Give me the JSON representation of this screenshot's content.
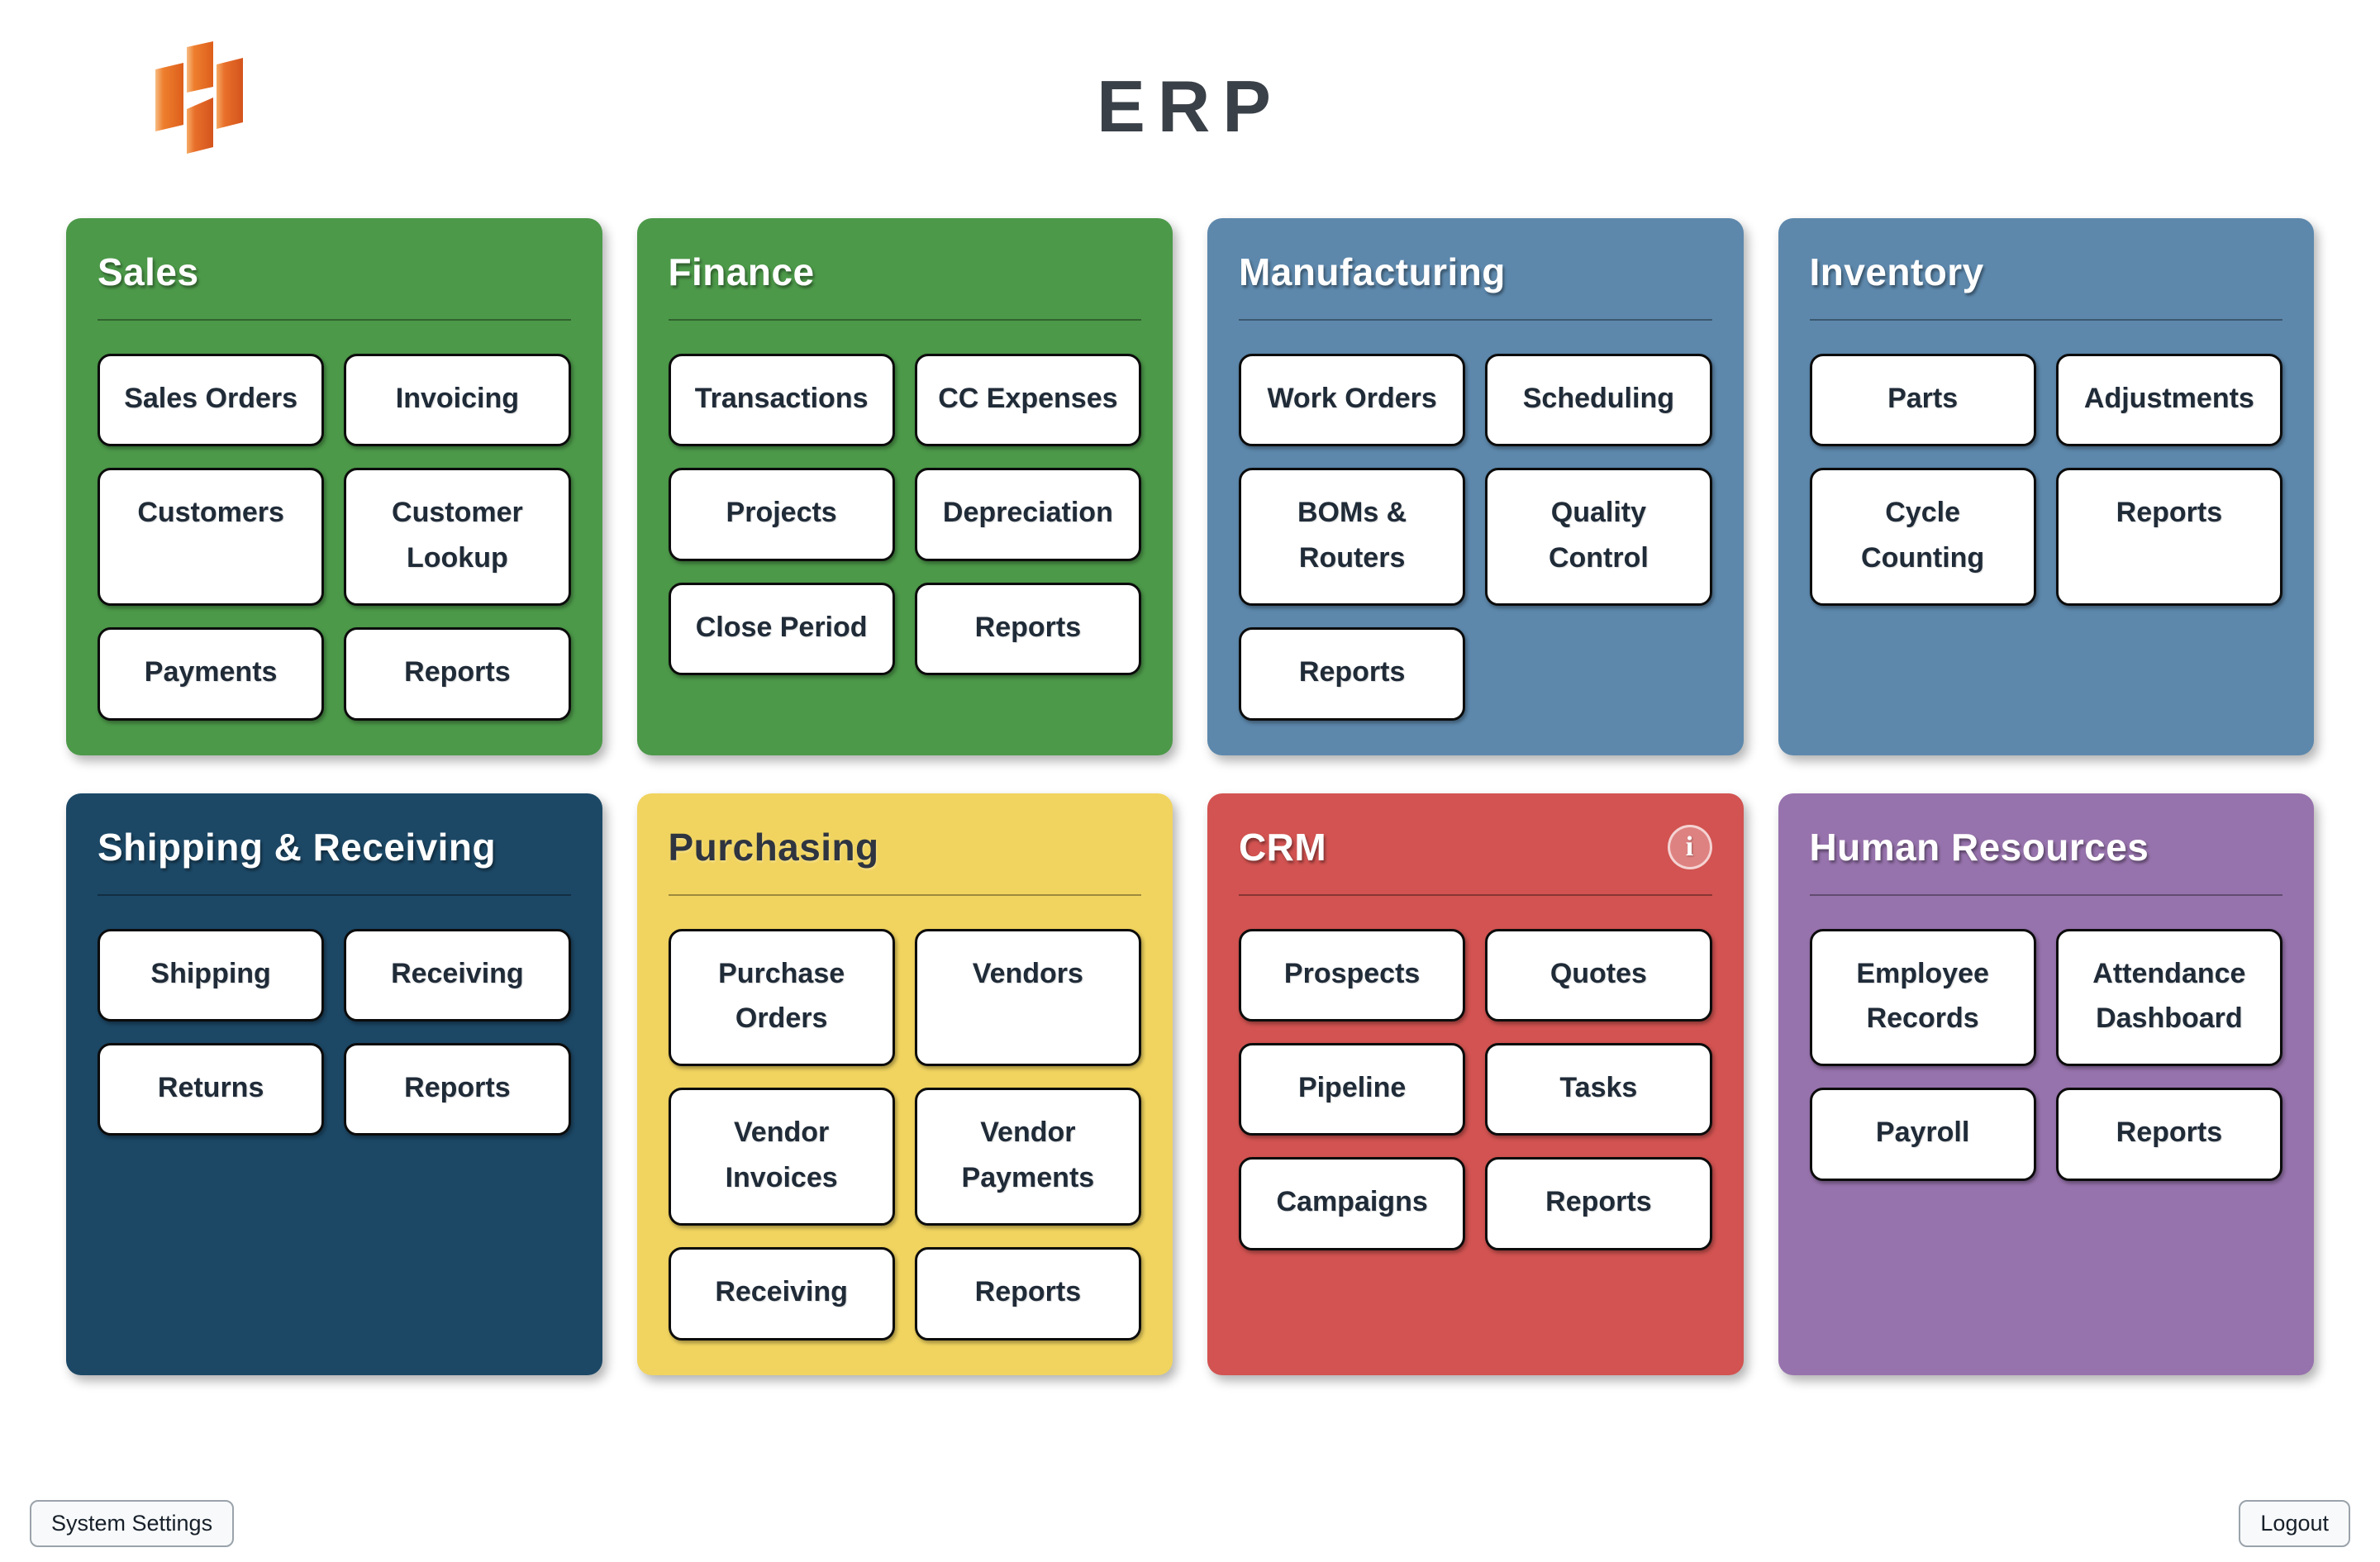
{
  "page": {
    "title": "ERP",
    "background_color": "#ffffff",
    "heading_text_color": "#3a4047"
  },
  "logo": {
    "name": "orange-bars-logo",
    "color_light": "#f7bb82",
    "color_mid": "#ee7f2e",
    "color_dark": "#dd5e1c"
  },
  "modules": [
    {
      "id": "sales",
      "title": "Sales",
      "color": "#4c9949",
      "title_style": "light",
      "buttons": [
        "Sales Orders",
        "Invoicing",
        "Customers",
        "Customer Lookup",
        "Payments",
        "Reports"
      ]
    },
    {
      "id": "finance",
      "title": "Finance",
      "color": "#4c9949",
      "title_style": "light",
      "buttons": [
        "Transactions",
        "CC Expenses",
        "Projects",
        "Depreciation",
        "Close Period",
        "Reports"
      ]
    },
    {
      "id": "manufacturing",
      "title": "Manufacturing",
      "color": "#5d88ac",
      "title_style": "light",
      "buttons": [
        "Work Orders",
        "Scheduling",
        "BOMs & Routers",
        "Quality Control",
        "Reports"
      ]
    },
    {
      "id": "inventory",
      "title": "Inventory",
      "color": "#5d88ac",
      "title_style": "light",
      "buttons": [
        "Parts",
        "Adjustments",
        "Cycle Counting",
        "Reports"
      ]
    },
    {
      "id": "shipping-receiving",
      "title": "Shipping & Receiving",
      "color": "#1c4866",
      "title_style": "light",
      "buttons": [
        "Shipping",
        "Receiving",
        "Returns",
        "Reports"
      ]
    },
    {
      "id": "purchasing",
      "title": "Purchasing",
      "color": "#f1d45f",
      "title_style": "dark",
      "buttons": [
        "Purchase Orders",
        "Vendors",
        "Vendor Invoices",
        "Vendor Payments",
        "Receiving",
        "Reports"
      ]
    },
    {
      "id": "crm",
      "title": "CRM",
      "color": "#d25351",
      "title_style": "light",
      "info_icon": "i",
      "buttons": [
        "Prospects",
        "Quotes",
        "Pipeline",
        "Tasks",
        "Campaigns",
        "Reports"
      ]
    },
    {
      "id": "human-resources",
      "title": "Human Resources",
      "color": "#9773ad",
      "title_style": "light",
      "buttons": [
        "Employee Records",
        "Attendance Dashboard",
        "Payroll",
        "Reports"
      ]
    }
  ],
  "button_style": {
    "background": "#ffffff",
    "border_color": "#0c0c0c",
    "text_color": "#202b38"
  },
  "footer": {
    "system_settings_label": "System Settings",
    "logout_label": "Logout"
  }
}
